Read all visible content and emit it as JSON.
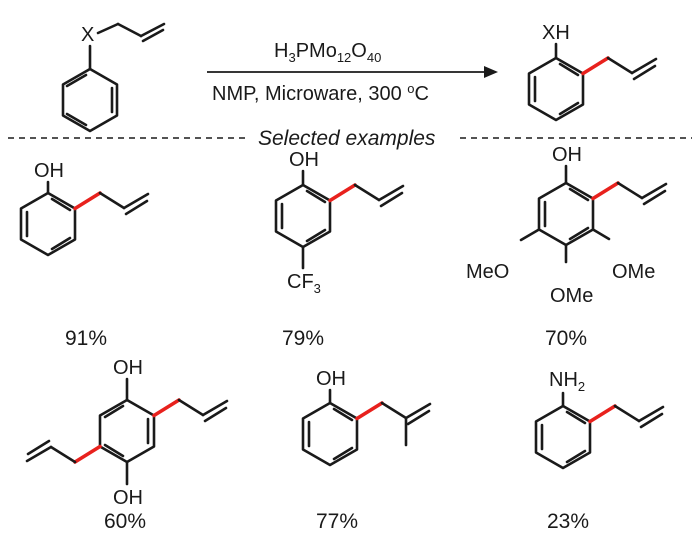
{
  "scheme": {
    "reactant_group": "X",
    "product_group": "XH",
    "reagent_line": "H3PMo12O40",
    "conditions_line": "NMP,  Microware, 300 °C",
    "section_title": "Selected examples"
  },
  "examples": [
    {
      "substituent_labels": [
        "OH"
      ],
      "yield": "91%"
    },
    {
      "substituent_labels": [
        "OH",
        "CF3"
      ],
      "yield": "79%"
    },
    {
      "substituent_labels": [
        "OH",
        "MeO",
        "OMe",
        "OMe"
      ],
      "yield": "70%"
    },
    {
      "substituent_labels": [
        "OH",
        "OH"
      ],
      "yield": "60%"
    },
    {
      "substituent_labels": [
        "OH"
      ],
      "yield": "77%"
    },
    {
      "substituent_labels": [
        "NH2"
      ],
      "yield": "23%"
    }
  ],
  "colors": {
    "bond": "#1a1a1a",
    "new_bond": "#e8211d"
  }
}
